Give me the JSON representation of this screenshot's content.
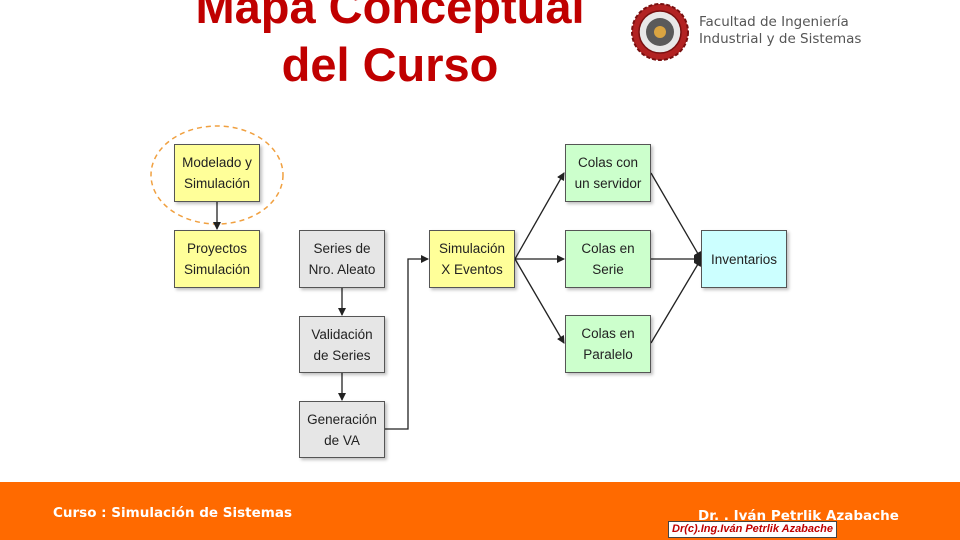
{
  "title": {
    "line1": "Mapa Conceptual",
    "line2": "del Curso"
  },
  "logo": {
    "line1": "Facultad de Ingeniería",
    "line2": "Industrial y de Sistemas"
  },
  "nodes": {
    "modelado": "Modelado y\nSimulación",
    "proyectos": "Proyectos\nSimulación",
    "series": "Series de\nNro. Aleato",
    "validacion": "Validación\nde Series",
    "generacion": "Generación\nde VA",
    "simulacion": "Simulación\nX Eventos",
    "colas_servidor": "Colas con\nun servidor",
    "colas_serie": "Colas en\nSerie",
    "colas_paralelo": "Colas en\nParalelo",
    "inventarios": "Inventarios"
  },
  "footer": {
    "course": "Curso : Simulación de  Sistemas",
    "author": "Dr. . Iván Petrlik Azabache",
    "stamp": "Dr(c).Ing.Iván Petrlik Azabache"
  },
  "colors": {
    "title": "#c00000",
    "footer": "#ff6a00",
    "node_yellow": "#ffff99",
    "node_gray": "#e6e6e6",
    "node_green": "#ccffcc",
    "node_cyan": "#ccffff",
    "highlight_ellipse": "#f0a040"
  }
}
